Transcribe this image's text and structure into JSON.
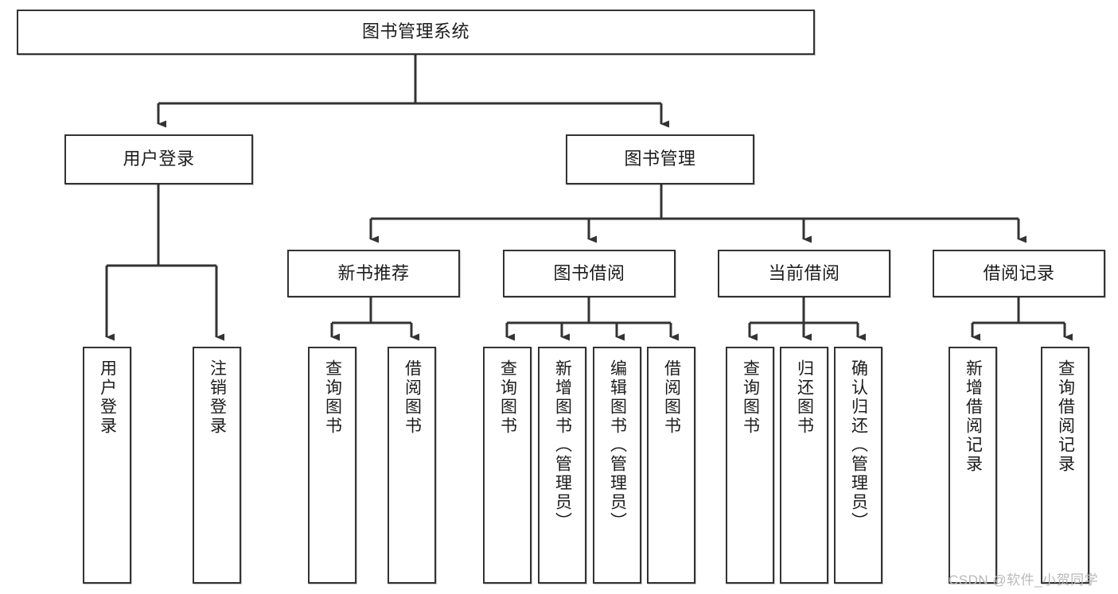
{
  "diagram": {
    "type": "hierarchy-tree",
    "title": "图书管理系统",
    "root": {
      "label": "图书管理系统"
    },
    "level2": [
      {
        "label": "用户登录"
      },
      {
        "label": "图书管理"
      }
    ],
    "level3": [
      {
        "label": "新书推荐"
      },
      {
        "label": "图书借阅"
      },
      {
        "label": "当前借阅"
      },
      {
        "label": "借阅记录"
      }
    ],
    "leaves": {
      "user_login": [
        {
          "label": "用户登录"
        },
        {
          "label": "注销登录"
        }
      ],
      "new_book_recommend": [
        {
          "label": "查询图书"
        },
        {
          "label": "借阅图书"
        }
      ],
      "book_borrow": [
        {
          "label": "查询图书"
        },
        {
          "label": "新增图书（管理员）"
        },
        {
          "label": "编辑图书（管理员）"
        },
        {
          "label": "借阅图书"
        }
      ],
      "current_borrow": [
        {
          "label": "查询图书"
        },
        {
          "label": "归还图书"
        },
        {
          "label": "确认归还（管理员）"
        }
      ],
      "borrow_record": [
        {
          "label": "新增借阅记录"
        },
        {
          "label": "查询借阅记录"
        }
      ]
    }
  },
  "watermark": {
    "text": "CSDN @软件_小贺同学"
  },
  "colors": {
    "stroke": "#333333",
    "background": "#ffffff",
    "text": "#1c1c1c",
    "watermark": "#b9b9b9"
  }
}
